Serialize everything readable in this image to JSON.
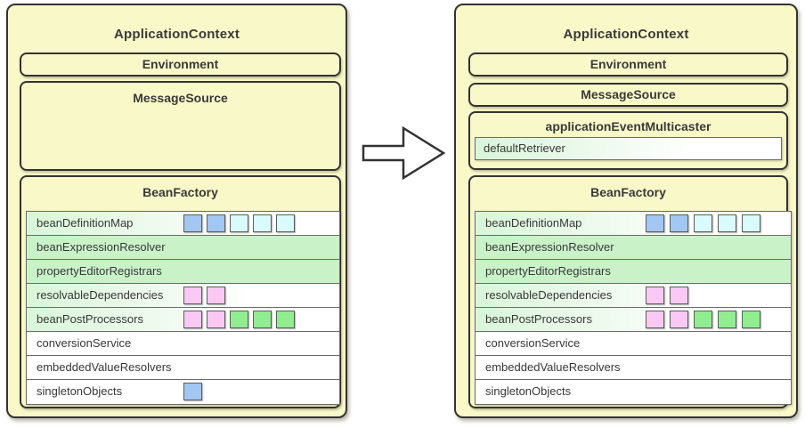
{
  "colors": {
    "panel_background": "#f9f8c8",
    "outline": "#333333",
    "row_border": "#6b6b6b",
    "text": "#3a3a3a",
    "row_solid_green": "#c9f2c9",
    "row_gradient_green": "#d9f6d9",
    "squares": {
      "blue": "#a1c7f2",
      "cyan": "#d9fbfc",
      "pink": "#fac9f3",
      "green": "#90ee90"
    }
  },
  "arrow": {
    "direction": "right"
  },
  "panels": [
    {
      "title": "ApplicationContext",
      "environment_label": "Environment",
      "message_source_label": "MessageSource",
      "bean_factory_label": "BeanFactory",
      "factory_rows": [
        {
          "label": "beanDefinitionMap",
          "fill": "gradient",
          "squares": [
            "blue",
            "blue",
            "cyan",
            "cyan",
            "cyan"
          ]
        },
        {
          "label": "beanExpressionResolver",
          "fill": "solid",
          "squares": []
        },
        {
          "label": "propertyEditorRegistrars",
          "fill": "solid",
          "squares": []
        },
        {
          "label": "resolvableDependencies",
          "fill": "gradient",
          "squares": [
            "pink",
            "pink"
          ]
        },
        {
          "label": "beanPostProcessors",
          "fill": "gradient",
          "squares": [
            "pink",
            "pink",
            "green",
            "green",
            "green"
          ]
        },
        {
          "label": "conversionService",
          "fill": "white",
          "squares": []
        },
        {
          "label": "embeddedValueResolvers",
          "fill": "white",
          "squares": []
        },
        {
          "label": "singletonObjects",
          "fill": "white",
          "squares": [
            "blue"
          ]
        }
      ]
    },
    {
      "title": "ApplicationContext",
      "environment_label": "Environment",
      "message_source_label": "MessageSource",
      "multicaster": {
        "label": "applicationEventMulticaster",
        "row_label": "defaultRetriever"
      },
      "bean_factory_label": "BeanFactory",
      "factory_rows": [
        {
          "label": "beanDefinitionMap",
          "fill": "gradient",
          "squares": [
            "blue",
            "blue",
            "cyan",
            "cyan",
            "cyan"
          ]
        },
        {
          "label": "beanExpressionResolver",
          "fill": "solid",
          "squares": []
        },
        {
          "label": "propertyEditorRegistrars",
          "fill": "solid",
          "squares": []
        },
        {
          "label": "resolvableDependencies",
          "fill": "gradient",
          "squares": [
            "pink",
            "pink"
          ]
        },
        {
          "label": "beanPostProcessors",
          "fill": "gradient",
          "squares": [
            "pink",
            "pink",
            "green",
            "green",
            "green"
          ]
        },
        {
          "label": "conversionService",
          "fill": "white",
          "squares": []
        },
        {
          "label": "embeddedValueResolvers",
          "fill": "white",
          "squares": []
        },
        {
          "label": "singletonObjects",
          "fill": "white",
          "squares": []
        }
      ]
    }
  ]
}
